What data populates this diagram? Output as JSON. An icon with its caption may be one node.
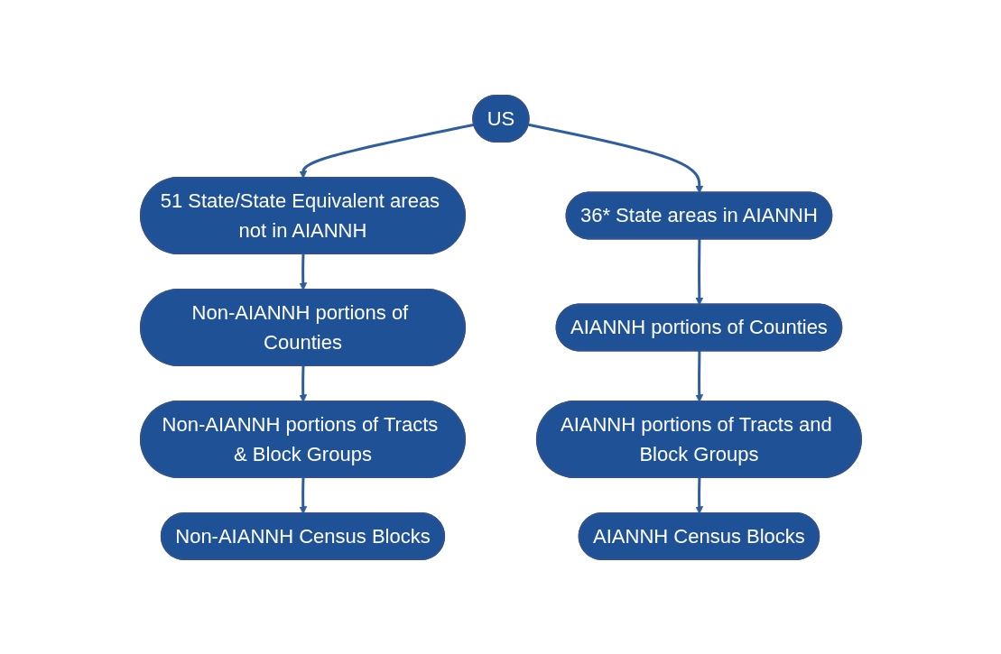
{
  "diagram": {
    "nodes": [
      {
        "text": [
          "US"
        ]
      },
      {
        "text": [
          "51 State/State Equivalent areas not in AIANNH"
        ]
      },
      {
        "text": [
          "36* State areas in AIANNH"
        ]
      },
      {
        "text": [
          "Non-AIANNH portions of Counties"
        ]
      },
      {
        "text": [
          "AIANNH portions of Counties"
        ]
      },
      {
        "text": [
          "Non-AIANNH portions of Tracts & Block Groups"
        ]
      },
      {
        "text": [
          "AIANNH portions of Tracts and Block Groups"
        ]
      },
      {
        "text": [
          "Non-AIANNH Census Blocks"
        ]
      },
      {
        "text": [
          "AIANNH Census Blocks"
        ]
      }
    ],
    "edges": [
      {
        "from": 0,
        "to": 1,
        "arrow": "to"
      },
      {
        "from": 0,
        "to": 2,
        "arrow": "to"
      },
      {
        "from": 1,
        "to": 3,
        "arrow": "to"
      },
      {
        "from": 3,
        "to": 5,
        "arrow": "to"
      },
      {
        "from": 5,
        "to": 7,
        "arrow": "to"
      },
      {
        "from": 2,
        "to": 4,
        "arrow": "to"
      },
      {
        "from": 4,
        "to": 6,
        "arrow": "to"
      },
      {
        "from": 6,
        "to": 8,
        "arrow": "to"
      }
    ]
  }
}
